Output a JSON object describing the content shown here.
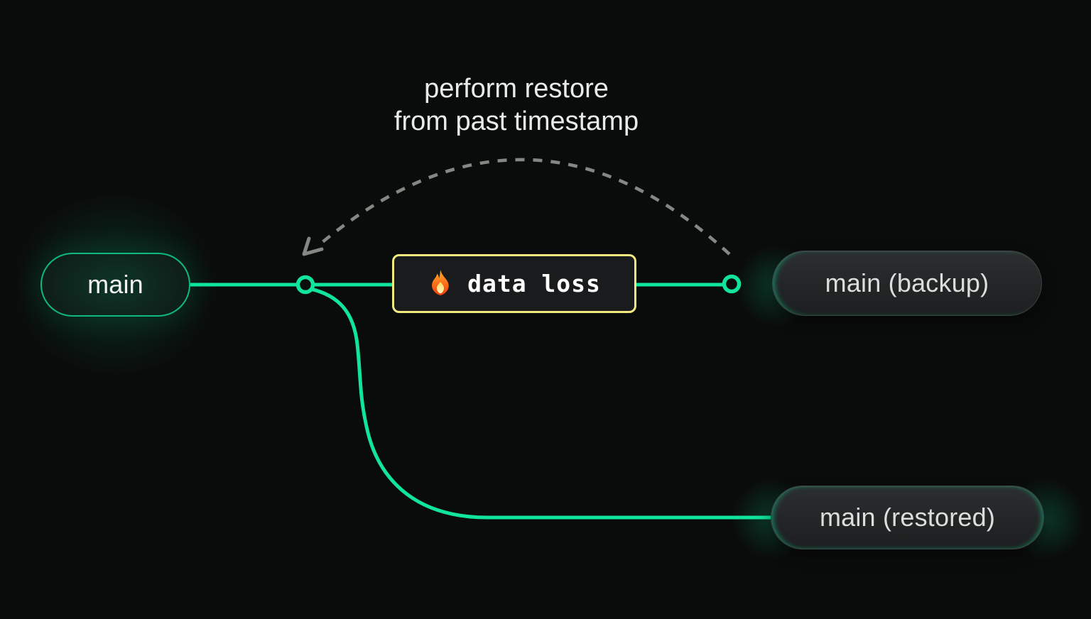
{
  "colors": {
    "background": "#0a0b0b",
    "accent_green": "#10e49d",
    "warning_yellow": "#f1ea7d",
    "dash_gray": "#858783",
    "text_primary": "#e9ebeb",
    "node_text": "#dcdedd"
  },
  "annotation": {
    "line1": "perform restore",
    "line2": "from past timestamp"
  },
  "nodes": {
    "main": {
      "label": "main"
    },
    "backup": {
      "label": "main (backup)"
    },
    "restored": {
      "label": "main (restored)"
    }
  },
  "event": {
    "label": "data loss",
    "icon": "fire-icon"
  }
}
